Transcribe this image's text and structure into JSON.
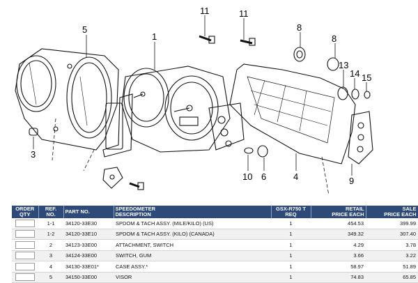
{
  "diagram": {
    "callouts": [
      "5",
      "1",
      "11",
      "11",
      "8",
      "8",
      "13",
      "14",
      "15",
      "3",
      "10",
      "6",
      "4",
      "9"
    ]
  },
  "table": {
    "headers": {
      "order_qty": [
        "ORDER",
        "QTY"
      ],
      "ref_no": [
        "REF.",
        "NO."
      ],
      "part_no": "PART NO.",
      "description": [
        "SPEEDOMETER",
        "DESCRIPTION"
      ],
      "req": [
        "GSX-R750 T",
        "REQ"
      ],
      "retail": [
        "RETAIL",
        "PRICE EACH"
      ],
      "sale": [
        "SALE",
        "PRICE EACH"
      ]
    },
    "rows": [
      {
        "ref": "1-1",
        "part": "34120-33E30",
        "desc": "SPDOM & TACH ASSY. (MILE/KILO) (US)",
        "req": "1",
        "retail": "454.53",
        "sale": "399.99"
      },
      {
        "ref": "1-2",
        "part": "34120-33E10",
        "desc": "SPDOM & TACH ASSY. (KILO) (CANADA)",
        "req": "1",
        "retail": "349.32",
        "sale": "307.40"
      },
      {
        "ref": "2",
        "part": "34123-33E00",
        "desc": "ATTACHMENT, SWITCH",
        "req": "1",
        "retail": "4.29",
        "sale": "3.78"
      },
      {
        "ref": "3",
        "part": "34124-33E00",
        "desc": "SWITCH, GUM",
        "req": "1",
        "retail": "3.66",
        "sale": "3.22"
      },
      {
        "ref": "4",
        "part": "34130-33E01*",
        "desc": "CASE ASSY.*",
        "req": "1",
        "retail": "58.97",
        "sale": "51.89"
      },
      {
        "ref": "5",
        "part": "34150-33E00",
        "desc": "VISOR",
        "req": "1",
        "retail": "74.83",
        "sale": "65.85"
      }
    ]
  }
}
